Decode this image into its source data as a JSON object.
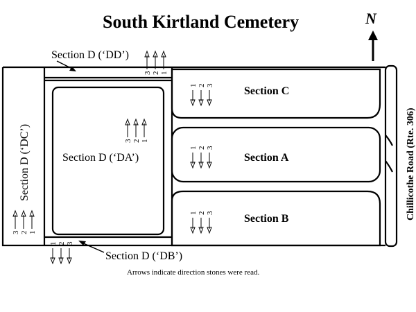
{
  "title": "South Kirtland Cemetery",
  "north": "N",
  "road": "Chillicothe Road (Rte. 306)",
  "note": "Arrows indicate direction stones were read.",
  "sections": {
    "c": "Section C",
    "a": "Section A",
    "b": "Section B",
    "da": "Section D (‘DA’)",
    "dc": "Section D (‘DC’)",
    "dd": "Section D (‘DD’)",
    "db": "Section D (‘DB’)"
  },
  "direction_labels": [
    "1",
    "2",
    "3"
  ]
}
